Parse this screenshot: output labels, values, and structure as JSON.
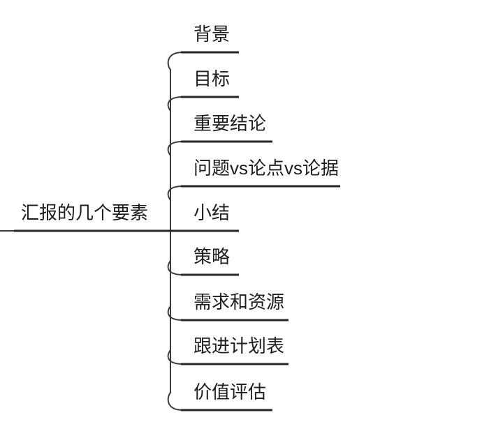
{
  "root": {
    "label": "汇报的几个要素"
  },
  "children": [
    {
      "label": "背景"
    },
    {
      "label": "目标"
    },
    {
      "label": "重要结论"
    },
    {
      "label": "问题vs论点vs论据"
    },
    {
      "label": "小结"
    },
    {
      "label": "策略"
    },
    {
      "label": "需求和资源"
    },
    {
      "label": "跟进计划表"
    },
    {
      "label": "价值评估"
    }
  ],
  "colors": {
    "background": "#ffffff",
    "connector_line": "#3a3a3a",
    "topic_underline": "#262626",
    "text": "#1e1e1e"
  }
}
